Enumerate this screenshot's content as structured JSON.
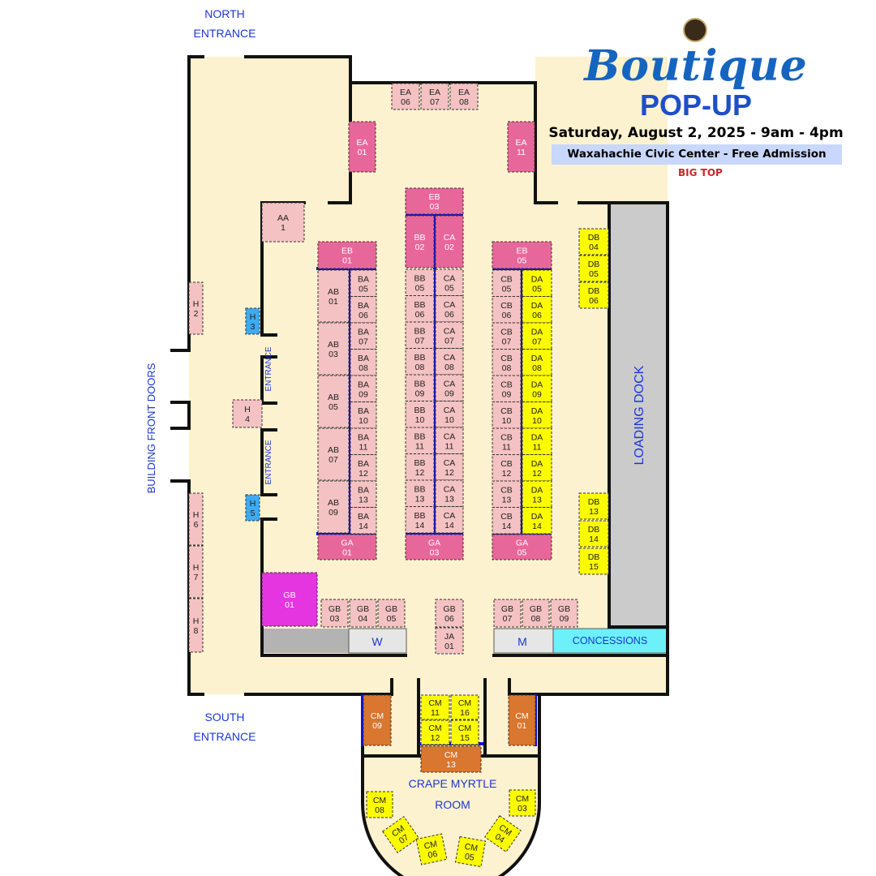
{
  "event": {
    "title": "Boutique",
    "subtitle": "POP-UP",
    "date_time": "Saturday, August 2, 2025 - 9am - 4pm",
    "venue": "Waxahachie Civic Center - Free Admission",
    "sponsor_logo": "BIG TOP"
  },
  "labels": {
    "north_entrance_1": "NORTH",
    "north_entrance_2": "ENTRANCE",
    "south_entrance_1": "SOUTH",
    "south_entrance_2": "ENTRANCE",
    "front_doors": "BUILDING FRONT DOORS",
    "entrance": "ENTRANCE",
    "loading_dock": "LOADING DOCK",
    "concessions": "CONCESSIONS",
    "w": "W",
    "m": "M",
    "crape_myrtle_1": "CRAPE MYRTLE",
    "crape_myrtle_2": "ROOM"
  },
  "colors": {
    "pink_light": "#f4c2c2",
    "pink_dark": "#e8679a",
    "magenta": "#e535e0",
    "yellow": "#fbfb00",
    "blue_light": "#3eaaf0",
    "orange": "#d9762f",
    "cyan": "#6cf1fb",
    "gray": "#bdbdbd",
    "divider_blue": "#1010d8"
  },
  "booth_sections": {
    "EA": [
      "06",
      "07",
      "08",
      "01",
      "11"
    ],
    "EB": [
      "03",
      "01",
      "05"
    ],
    "AA": [
      "1"
    ],
    "H": [
      "2",
      "3",
      "4",
      "5",
      "6",
      "7",
      "8"
    ],
    "AB": [
      "01",
      "03",
      "05",
      "07",
      "09"
    ],
    "BA": [
      "05",
      "06",
      "07",
      "08",
      "09",
      "10",
      "11",
      "12",
      "13",
      "14"
    ],
    "BB": [
      "02",
      "05",
      "06",
      "07",
      "08",
      "09",
      "10",
      "11",
      "12",
      "13",
      "14"
    ],
    "CA": [
      "02",
      "05",
      "06",
      "07",
      "08",
      "09",
      "10",
      "11",
      "12",
      "13",
      "14"
    ],
    "CB": [
      "05",
      "06",
      "07",
      "08",
      "09",
      "10",
      "11",
      "12",
      "13",
      "14"
    ],
    "DA": [
      "05",
      "06",
      "07",
      "08",
      "09",
      "10",
      "11",
      "12",
      "13",
      "14"
    ],
    "DB": [
      "04",
      "05",
      "06",
      "13",
      "14",
      "15"
    ],
    "GA": [
      "01",
      "03",
      "05"
    ],
    "GB": [
      "01",
      "03",
      "04",
      "05",
      "06",
      "07",
      "08",
      "09"
    ],
    "JA": [
      "01"
    ],
    "CM": [
      "09",
      "11",
      "16",
      "12",
      "15",
      "01",
      "13",
      "08",
      "03",
      "07",
      "06",
      "05",
      "04"
    ]
  }
}
